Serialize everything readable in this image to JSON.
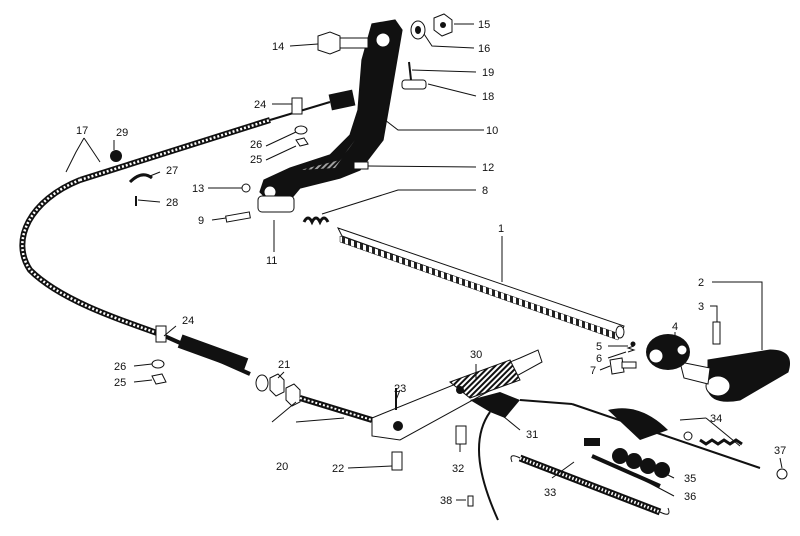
{
  "callouts": [
    {
      "id": "c1",
      "text": "1"
    },
    {
      "id": "c2",
      "text": "2"
    },
    {
      "id": "c3",
      "text": "3"
    },
    {
      "id": "c4",
      "text": "4"
    },
    {
      "id": "c5",
      "text": "5"
    },
    {
      "id": "c6",
      "text": "6"
    },
    {
      "id": "c7",
      "text": "7"
    },
    {
      "id": "c8",
      "text": "8"
    },
    {
      "id": "c9",
      "text": "9"
    },
    {
      "id": "c10",
      "text": "10"
    },
    {
      "id": "c11",
      "text": "11"
    },
    {
      "id": "c12",
      "text": "12"
    },
    {
      "id": "c13",
      "text": "13"
    },
    {
      "id": "c14",
      "text": "14"
    },
    {
      "id": "c15",
      "text": "15"
    },
    {
      "id": "c16",
      "text": "16"
    },
    {
      "id": "c17",
      "text": "17"
    },
    {
      "id": "c18",
      "text": "18"
    },
    {
      "id": "c19",
      "text": "19"
    },
    {
      "id": "c20",
      "text": "20"
    },
    {
      "id": "c21",
      "text": "21"
    },
    {
      "id": "c22",
      "text": "22"
    },
    {
      "id": "c23",
      "text": "23"
    },
    {
      "id": "c24a",
      "text": "24"
    },
    {
      "id": "c24b",
      "text": "24"
    },
    {
      "id": "c25a",
      "text": "25"
    },
    {
      "id": "c25b",
      "text": "25"
    },
    {
      "id": "c26a",
      "text": "26"
    },
    {
      "id": "c26b",
      "text": "26"
    },
    {
      "id": "c27",
      "text": "27"
    },
    {
      "id": "c28",
      "text": "28"
    },
    {
      "id": "c29",
      "text": "29"
    },
    {
      "id": "c30",
      "text": "30"
    },
    {
      "id": "c31",
      "text": "31"
    },
    {
      "id": "c32",
      "text": "32"
    },
    {
      "id": "c33",
      "text": "33"
    },
    {
      "id": "c34",
      "text": "34"
    },
    {
      "id": "c35",
      "text": "35"
    },
    {
      "id": "c36",
      "text": "36"
    },
    {
      "id": "c37",
      "text": "37"
    },
    {
      "id": "c38",
      "text": "38"
    }
  ]
}
